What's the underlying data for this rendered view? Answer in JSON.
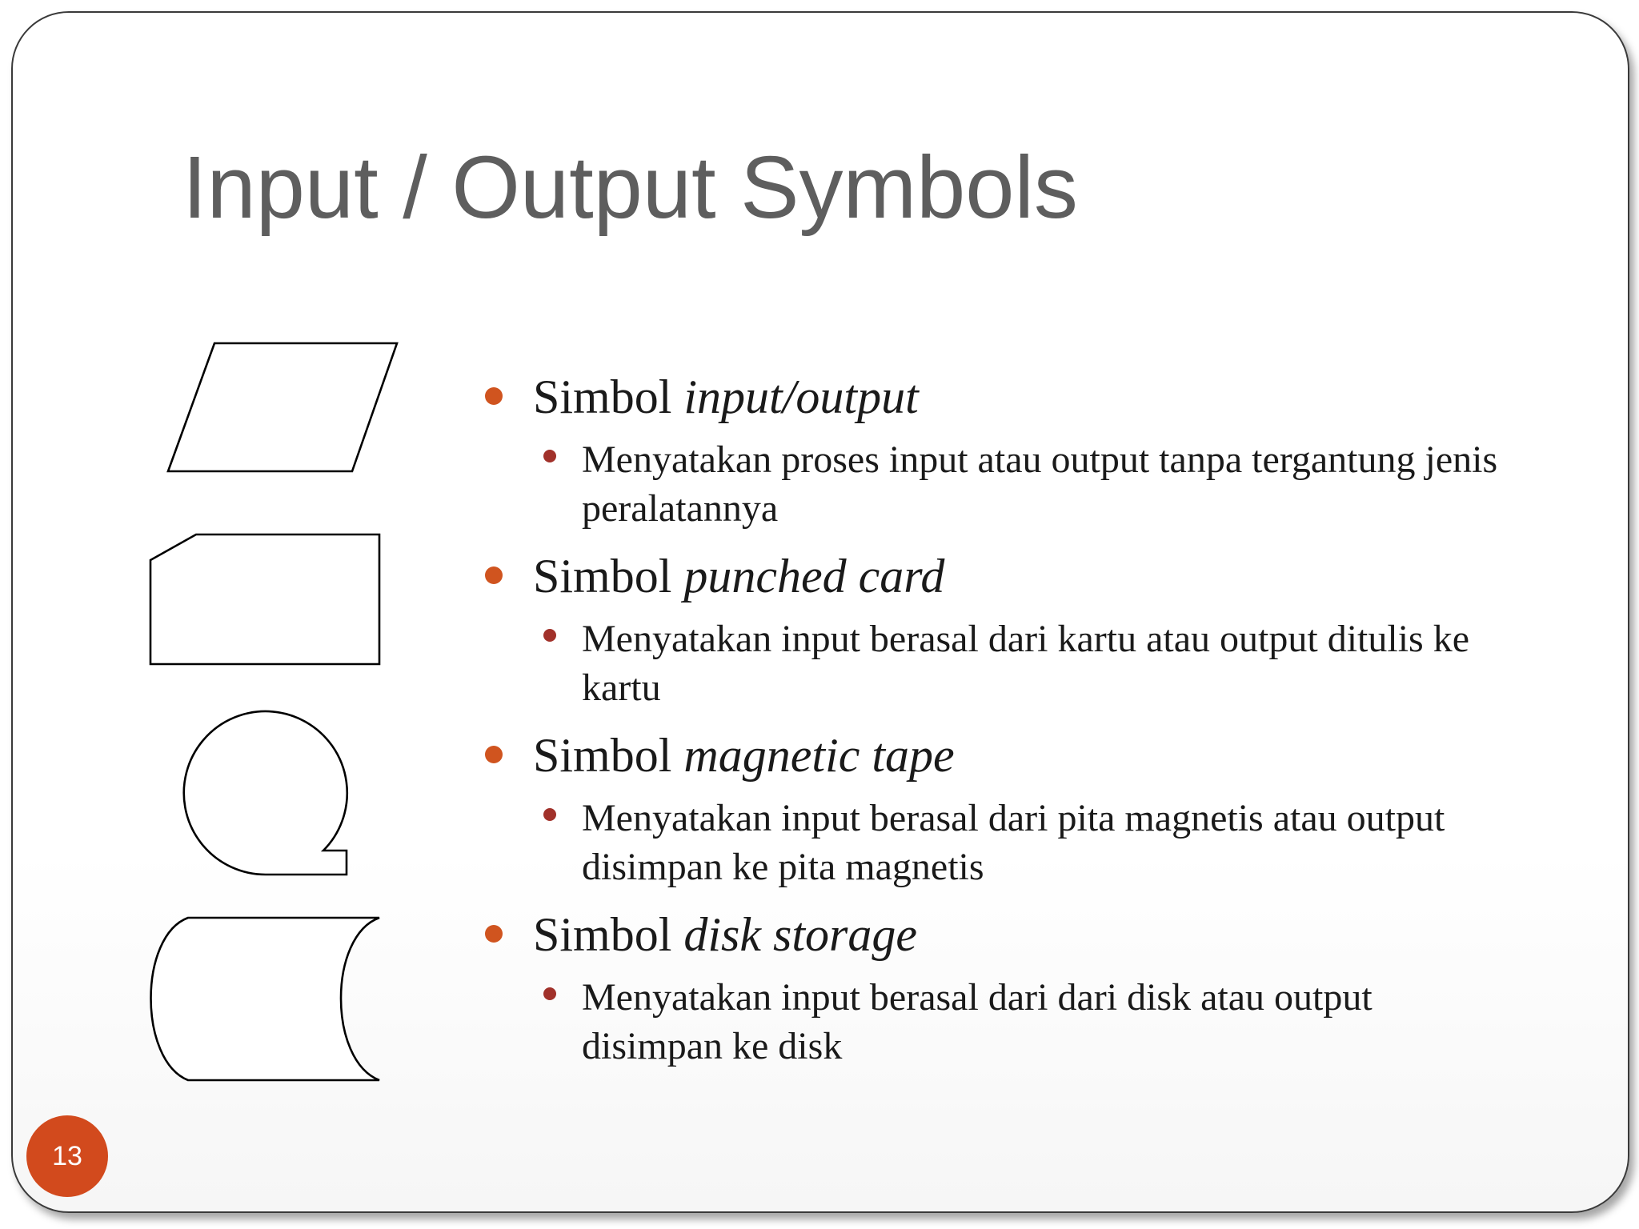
{
  "slide": {
    "title": "Input / Output Symbols",
    "page_number": "13",
    "colors": {
      "title": "#5e5e5e",
      "bullet_level1": "#d0541f",
      "bullet_level2": "#a1312a",
      "page_badge": "#d24a1d",
      "text": "#1a1a1a"
    },
    "symbols": [
      "parallelogram-input-output",
      "punched-card",
      "magnetic-tape",
      "disk-storage"
    ],
    "items": [
      {
        "prefix": "Simbol",
        "term": "input/output",
        "description": "Menyatakan proses input atau output tanpa tergantung jenis peralatannya"
      },
      {
        "prefix": "Simbol",
        "term": "punched card",
        "description": "Menyatakan input berasal dari kartu atau output ditulis ke kartu"
      },
      {
        "prefix": "Simbol",
        "term": "magnetic tape",
        "description": "Menyatakan input berasal dari pita magnetis atau output disimpan ke pita magnetis"
      },
      {
        "prefix": "Simbol",
        "term": "disk storage",
        "description": "Menyatakan input berasal dari dari disk atau output disimpan ke disk"
      }
    ]
  }
}
